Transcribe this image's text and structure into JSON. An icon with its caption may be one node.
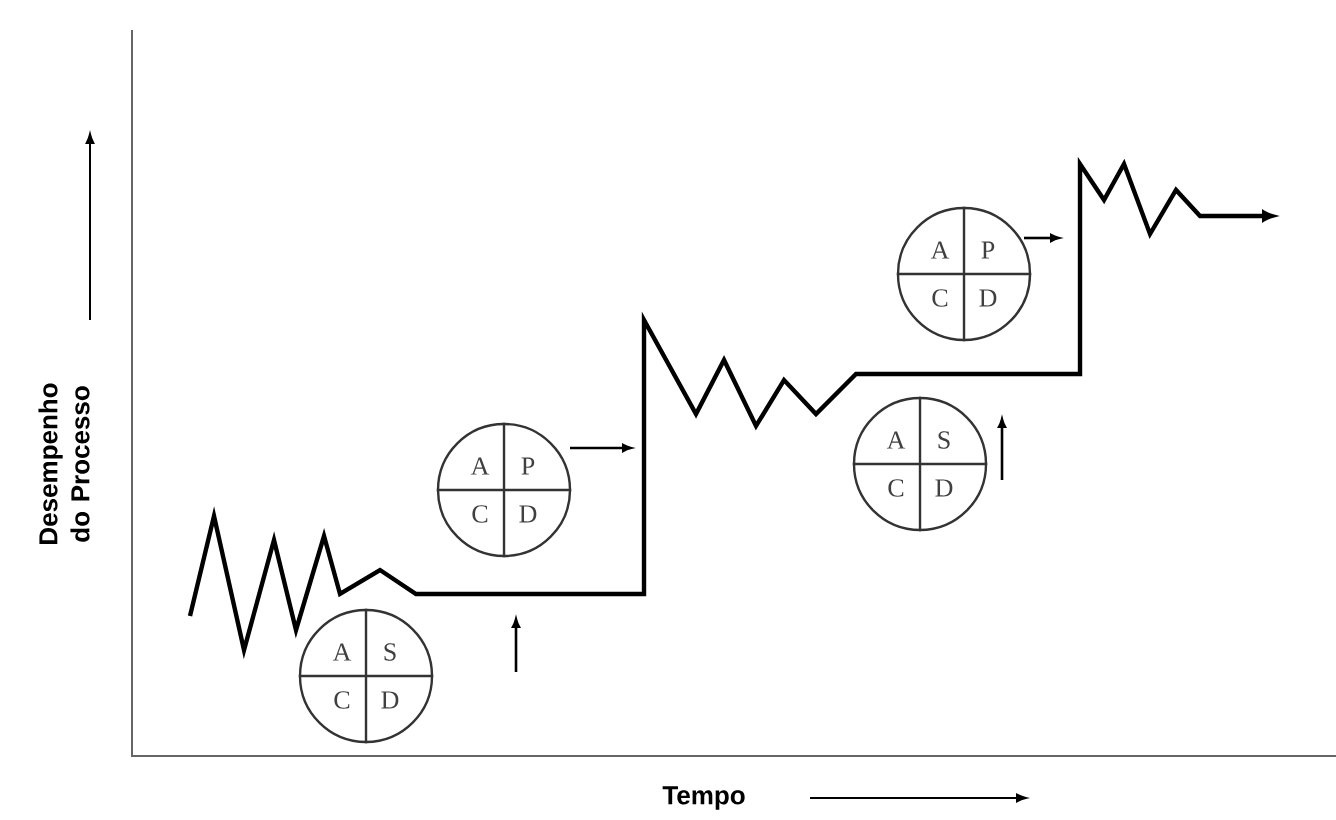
{
  "diagram": {
    "nodes": [
      {
        "text": [
          "A",
          "S",
          "C",
          "D"
        ]
      },
      {
        "text": [
          "A",
          "P",
          "C",
          "D"
        ]
      },
      {
        "text": [
          "A",
          "S",
          "C",
          "D"
        ]
      },
      {
        "text": [
          "A",
          "P",
          "C",
          "D"
        ]
      }
    ],
    "labels": [
      "Desempenho do Processo",
      "Tempo"
    ]
  }
}
